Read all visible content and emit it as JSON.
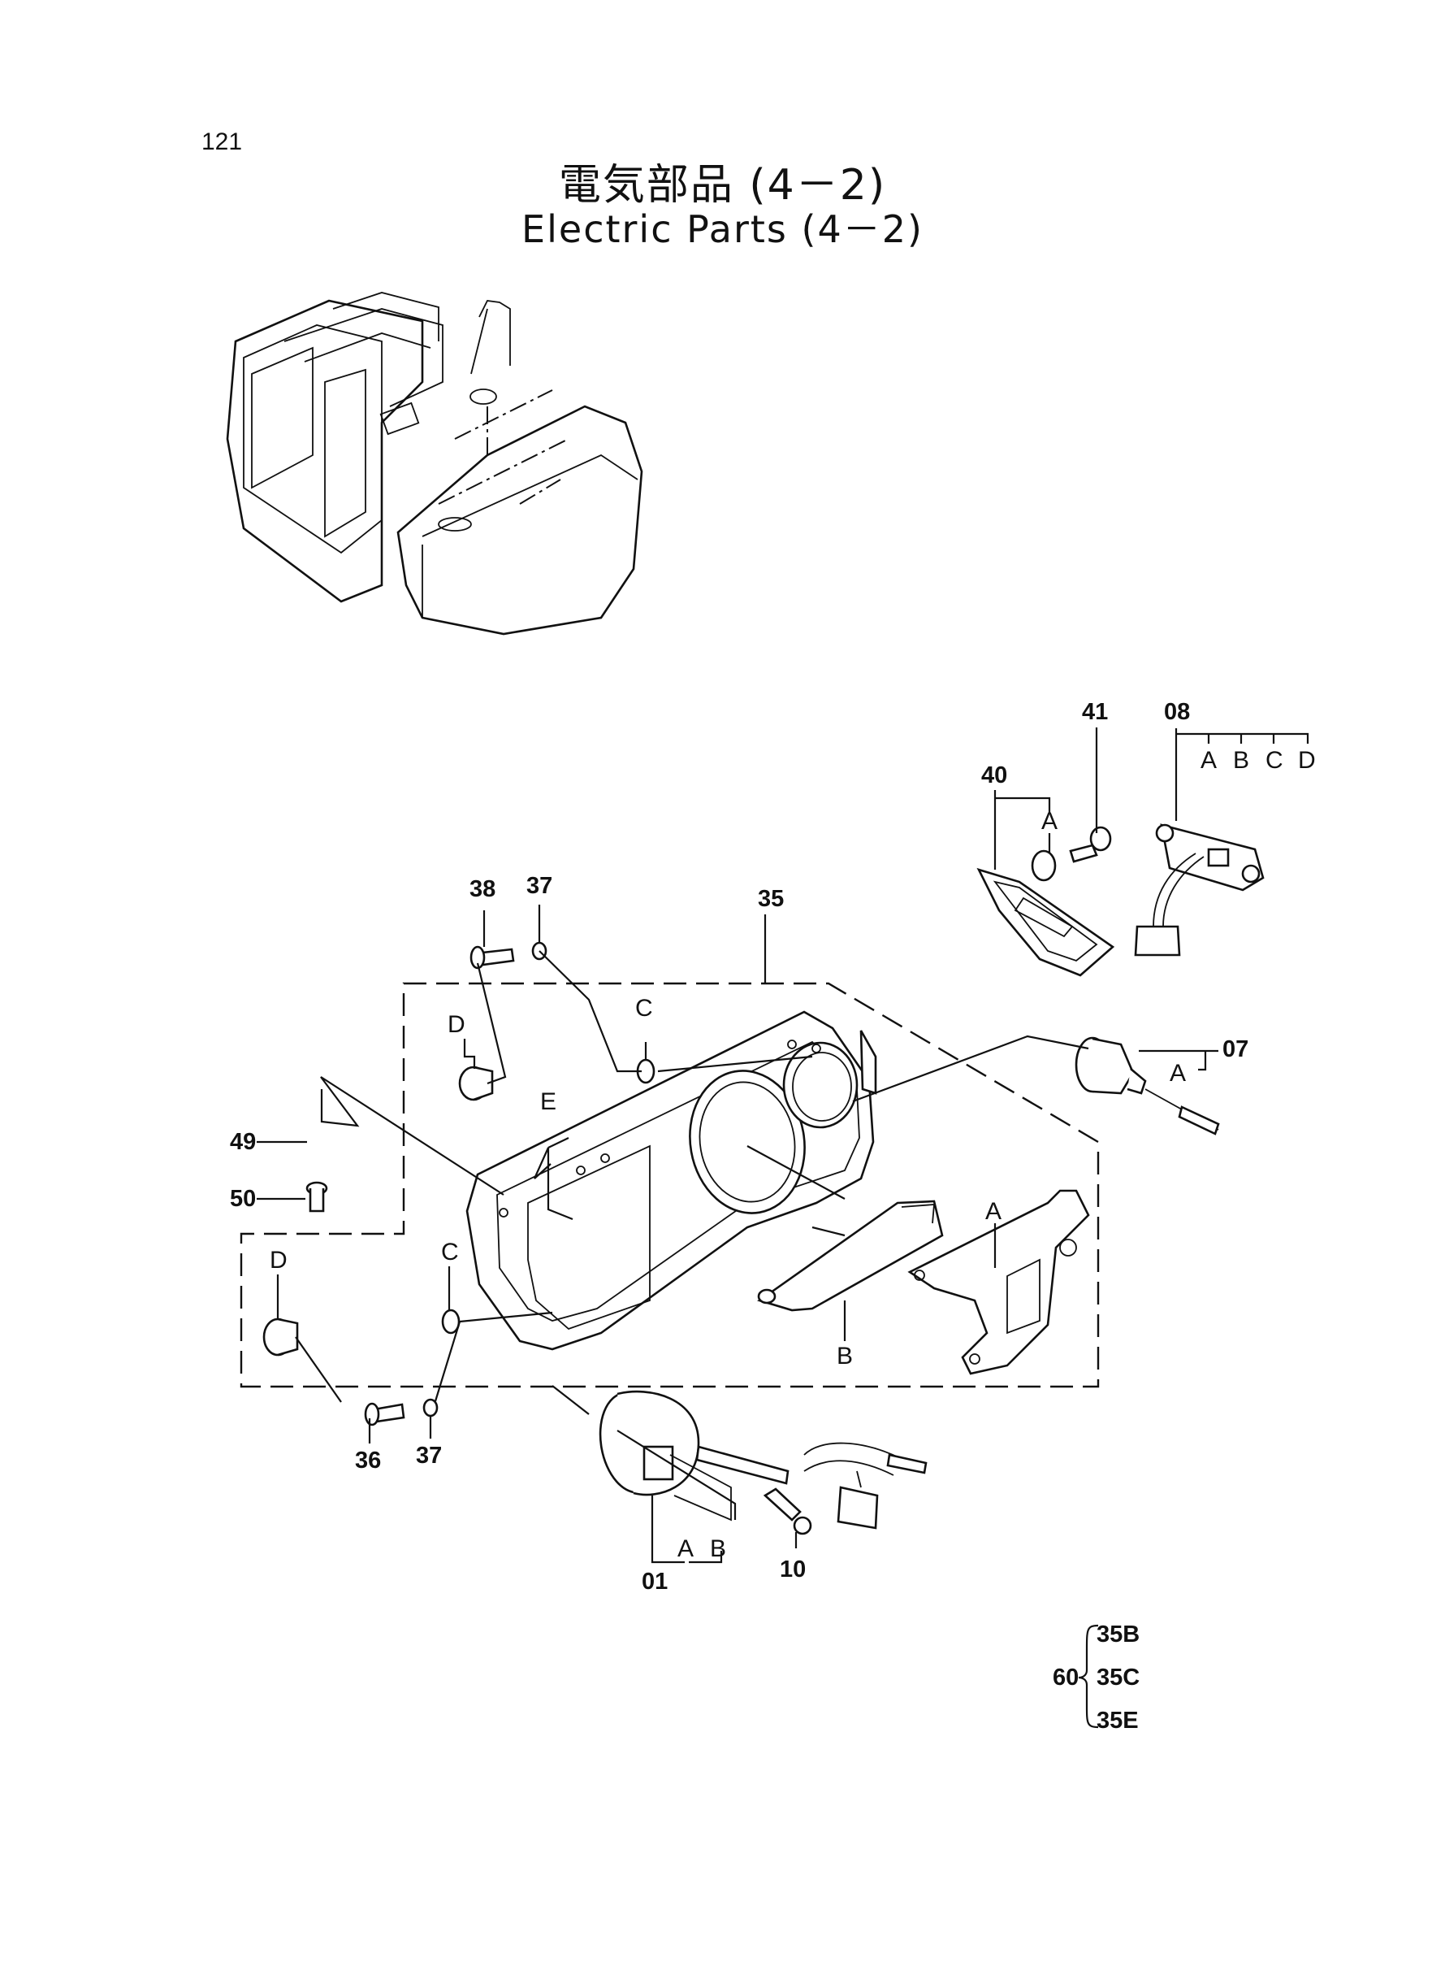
{
  "page_number": "121",
  "title_jp": "電気部品 (4－2)",
  "title_en": "Electric Parts (4－2)",
  "callouts": {
    "c01": "01",
    "c07": "07",
    "c08": "08",
    "c10": "10",
    "c35": "35",
    "c36": "36",
    "c37a": "37",
    "c37b": "37",
    "c38": "38",
    "c40": "40",
    "c41": "41",
    "c49": "49",
    "c50": "50"
  },
  "letters": {
    "l08a": "A",
    "l08b": "B",
    "l08c": "C",
    "l08d": "D",
    "l40a": "A",
    "l07a": "A",
    "lD1": "D",
    "lC1": "C",
    "lE": "E",
    "lD2": "D",
    "lC2": "C",
    "lA": "A",
    "lB": "B",
    "l01a": "A",
    "l01b": "B"
  },
  "variants": {
    "base": "60",
    "items": [
      "35B",
      "35C",
      "35E"
    ]
  }
}
